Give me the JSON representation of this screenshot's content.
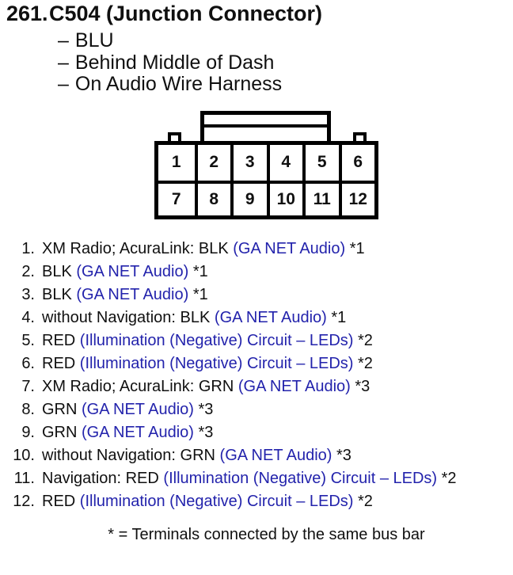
{
  "header": {
    "number": "261.",
    "title": "C504 (Junction Connector)"
  },
  "details": {
    "dash": "–",
    "items": [
      "BLU",
      "Behind Middle of Dash",
      "On Audio Wire Harness"
    ]
  },
  "connector": {
    "cells": [
      "1",
      "2",
      "3",
      "4",
      "5",
      "6",
      "7",
      "8",
      "9",
      "10",
      "11",
      "12"
    ]
  },
  "pins": [
    {
      "num": "1.",
      "pre": "XM Radio; AcuraLink: BLK ",
      "link": "(GA NET Audio)",
      "suf": " *1"
    },
    {
      "num": "2.",
      "pre": "BLK ",
      "link": "(GA NET Audio)",
      "suf": " *1"
    },
    {
      "num": "3.",
      "pre": "BLK ",
      "link": "(GA NET Audio)",
      "suf": " *1"
    },
    {
      "num": "4.",
      "pre": "without Navigation: BLK ",
      "link": "(GA NET Audio)",
      "suf": " *1"
    },
    {
      "num": "5.",
      "pre": "RED ",
      "link": "(Illumination (Negative) Circuit – LEDs)",
      "suf": " *2"
    },
    {
      "num": "6.",
      "pre": "RED ",
      "link": "(Illumination (Negative) Circuit – LEDs)",
      "suf": " *2"
    },
    {
      "num": "7.",
      "pre": "XM Radio; AcuraLink: GRN ",
      "link": "(GA NET Audio)",
      "suf": " *3"
    },
    {
      "num": "8.",
      "pre": "GRN ",
      "link": "(GA NET Audio)",
      "suf": " *3"
    },
    {
      "num": "9.",
      "pre": "GRN ",
      "link": "(GA NET Audio)",
      "suf": " *3"
    },
    {
      "num": "10.",
      "pre": "without Navigation: GRN ",
      "link": "(GA NET Audio)",
      "suf": " *3"
    },
    {
      "num": "11.",
      "pre": "Navigation: RED ",
      "link": "(Illumination (Negative) Circuit – LEDs)",
      "suf": " *2"
    },
    {
      "num": "12.",
      "pre": "RED ",
      "link": "(Illumination (Negative) Circuit – LEDs)",
      "suf": " *2"
    }
  ],
  "footnote": "* = Terminals connected by the same bus bar",
  "colors": {
    "link_blue": "#2323AC",
    "ink": "#101010"
  }
}
